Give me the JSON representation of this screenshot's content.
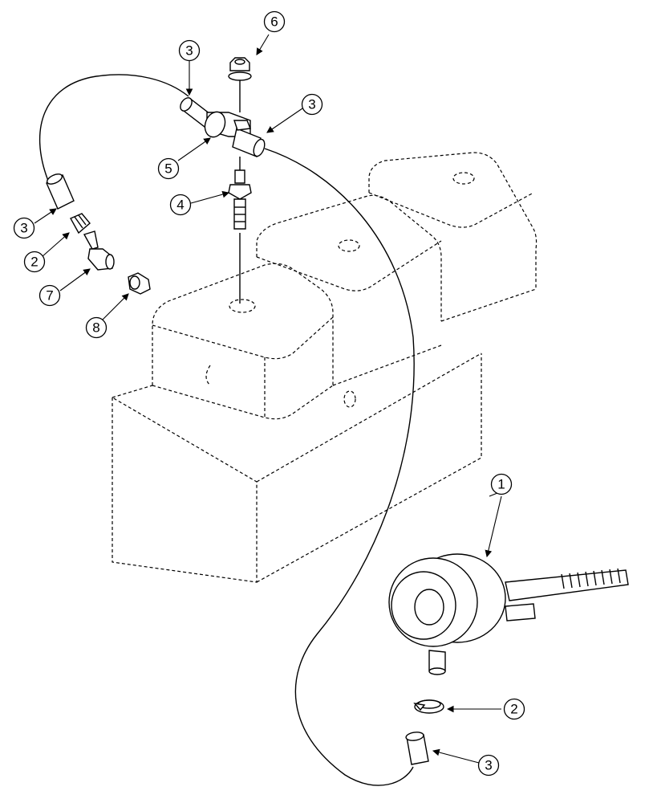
{
  "callouts": [
    {
      "label": "1"
    },
    {
      "label": "2"
    },
    {
      "label": "2"
    },
    {
      "label": "3"
    },
    {
      "label": "3"
    },
    {
      "label": "3"
    },
    {
      "label": "3"
    },
    {
      "label": "4"
    },
    {
      "label": "5"
    },
    {
      "label": "6"
    },
    {
      "label": "7"
    },
    {
      "label": "8"
    }
  ]
}
